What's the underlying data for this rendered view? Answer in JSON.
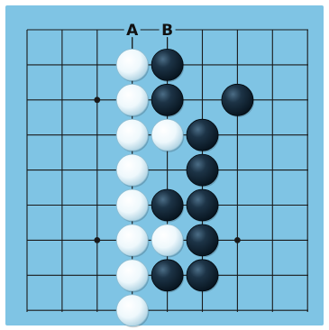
{
  "board": {
    "background_color": "#7fc4e4",
    "line_color": "#1a1a1a",
    "visible_columns": 9,
    "visible_rows": 9,
    "star_points": [
      {
        "col": 2,
        "row": 2
      },
      {
        "col": 6,
        "row": 6
      },
      {
        "col": 2,
        "row": 6
      }
    ]
  },
  "labels": [
    {
      "text": "A",
      "col": 3
    },
    {
      "text": "B",
      "col": 4
    }
  ],
  "stones": [
    {
      "color": "white",
      "col": 3,
      "row": 1
    },
    {
      "color": "black",
      "col": 4,
      "row": 1
    },
    {
      "color": "white",
      "col": 3,
      "row": 2
    },
    {
      "color": "black",
      "col": 4,
      "row": 2
    },
    {
      "color": "black",
      "col": 6,
      "row": 2
    },
    {
      "color": "white",
      "col": 3,
      "row": 3
    },
    {
      "color": "white",
      "col": 4,
      "row": 3
    },
    {
      "color": "black",
      "col": 5,
      "row": 3
    },
    {
      "color": "white",
      "col": 3,
      "row": 4
    },
    {
      "color": "black",
      "col": 5,
      "row": 4
    },
    {
      "color": "white",
      "col": 3,
      "row": 5
    },
    {
      "color": "black",
      "col": 4,
      "row": 5
    },
    {
      "color": "black",
      "col": 5,
      "row": 5
    },
    {
      "color": "white",
      "col": 3,
      "row": 6
    },
    {
      "color": "white",
      "col": 4,
      "row": 6
    },
    {
      "color": "black",
      "col": 5,
      "row": 6
    },
    {
      "color": "white",
      "col": 3,
      "row": 7
    },
    {
      "color": "black",
      "col": 4,
      "row": 7
    },
    {
      "color": "black",
      "col": 5,
      "row": 7
    },
    {
      "color": "white",
      "col": 3,
      "row": 8
    }
  ]
}
